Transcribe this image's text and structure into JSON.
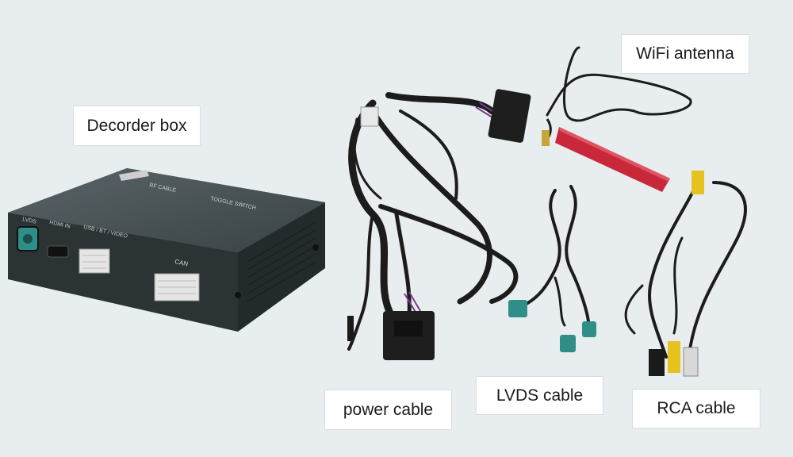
{
  "labels": {
    "decoder_box": "Decorder box",
    "wifi_antenna": "WiFi antenna",
    "power_cable": "power cable",
    "lvds_cable": "LVDS cable",
    "rca_cable": "RCA cable"
  },
  "box_markings": {
    "rf_cable": "RF CABLE",
    "toggle_switch": "TOGGLE SWITCH",
    "lvds": "LVDS",
    "hdmi": "HDMI IN",
    "usb_video": "USB / BT / VIDEO",
    "can": "CAN"
  },
  "colors": {
    "background": "#e8edf0",
    "box_body": "#3a4346",
    "cable": "#1c1c1c",
    "connector_teal": "#2f8f88",
    "antenna_red": "#c8283a",
    "wire_purple": "#7a3a8c",
    "rca_yellow": "#e6c21f"
  }
}
